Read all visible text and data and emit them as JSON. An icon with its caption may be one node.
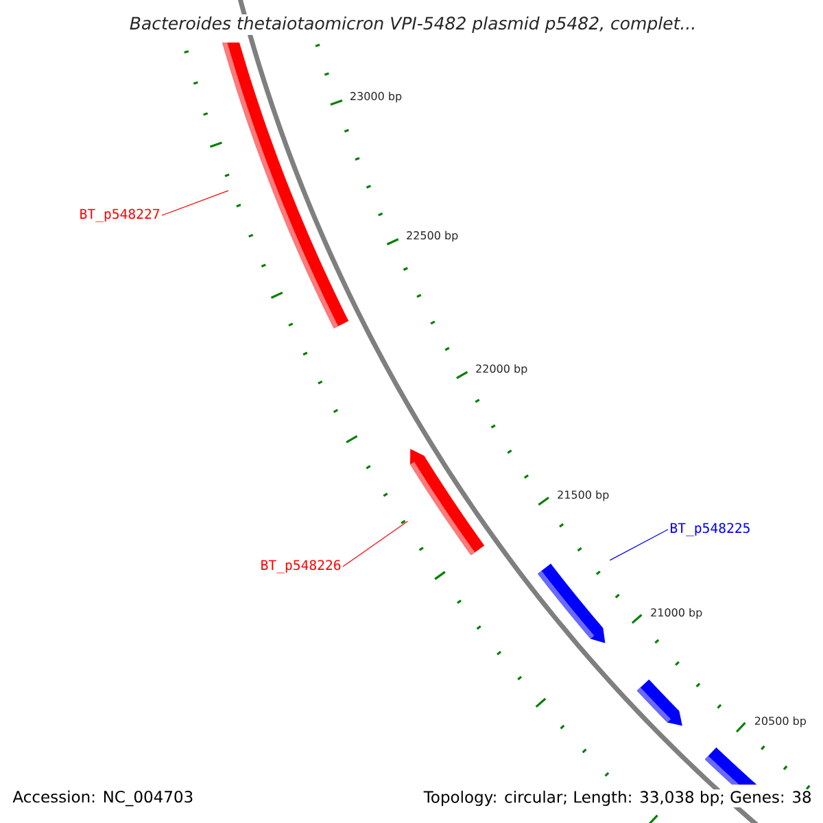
{
  "diagram": {
    "title": "Bacteroides thetaiotaomicron VPI-5482 plasmid p5482, complet...",
    "nodes": [
      {
        "text": [
          "BT_p548227"
        ]
      },
      {
        "text": [],
        "shape": "bar"
      },
      {
        "text": [
          "BT_p548226"
        ]
      },
      {
        "text": [],
        "shape": "bar"
      },
      {
        "text": [
          "BT_p548225"
        ]
      },
      {
        "text": [],
        "shape": "bar"
      },
      {
        "text": [],
        "shape": "bar"
      },
      {
        "text": [],
        "shape": "bar"
      }
    ],
    "edges": [
      {
        "from": 0,
        "to": 1,
        "arrow": "none",
        "color": "#ff0000"
      },
      {
        "from": 2,
        "to": 3,
        "arrow": "none",
        "color": "#ff0000"
      },
      {
        "from": 4,
        "to": 5,
        "arrow": "none",
        "color": "#0000ff"
      }
    ],
    "labels": [
      "23000 bp",
      "22500 bp",
      "22000 bp",
      "21500 bp",
      "21000 bp",
      "20500 bp",
      "Accession: NC_004703",
      "Topology: circular; Length: 33,038 bp; Genes: 38"
    ]
  }
}
